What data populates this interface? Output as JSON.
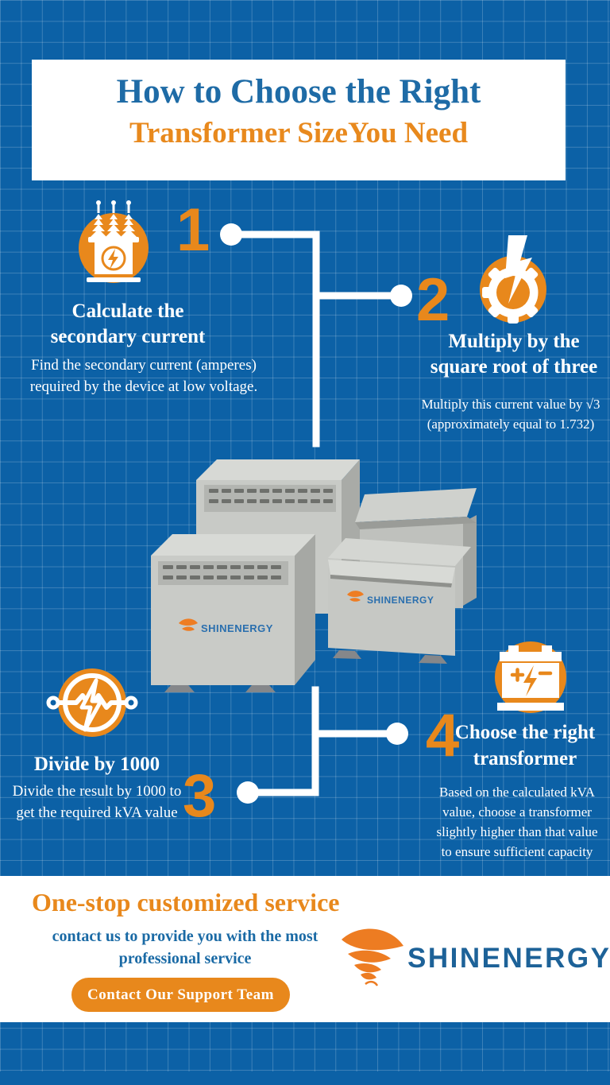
{
  "header": {
    "title_line1": "How to Choose the Right",
    "title_line2": "Transformer SizeYou Need"
  },
  "steps": [
    {
      "number": "1",
      "icon": "transformer-icon",
      "title_line1": "Calculate the",
      "title_line2": "secondary current",
      "body_line1": "Find the secondary current (amperes)",
      "body_line2": "required by the device at low voltage."
    },
    {
      "number": "2",
      "icon": "gear-lightning-icon",
      "title_line1": "Multiply by the",
      "title_line2": "square root of three",
      "body_line1": "Multiply this current value by √3",
      "body_line2": "(approximately equal to 1.732)"
    },
    {
      "number": "3",
      "icon": "circuit-lightning-icon",
      "title_line1": "Divide by 1000",
      "body_line1": "Divide the result by 1000 to",
      "body_line2": "get the required kVA value"
    },
    {
      "number": "4",
      "icon": "battery-icon",
      "title_line1": "Choose the right",
      "title_line2": "transformer",
      "body_line1": "Based on the calculated kVA",
      "body_line2": "value, choose a transformer",
      "body_line3": "slightly higher than that value",
      "body_line4": "to ensure sufficient capacity"
    }
  ],
  "product": {
    "brand": "SHINENERGY"
  },
  "footer": {
    "heading": "One-stop customized service",
    "sub_line1": "contact us to provide you with the most",
    "sub_line2": "professional service",
    "button_label": "Contact Our Support Team",
    "brand": "SHINENERGY"
  },
  "colors": {
    "background_blue": "#0c61a6",
    "accent_orange": "#e8881c",
    "title_blue": "#1e6ba6",
    "logo_blue": "#1d6298",
    "white": "#ffffff"
  }
}
